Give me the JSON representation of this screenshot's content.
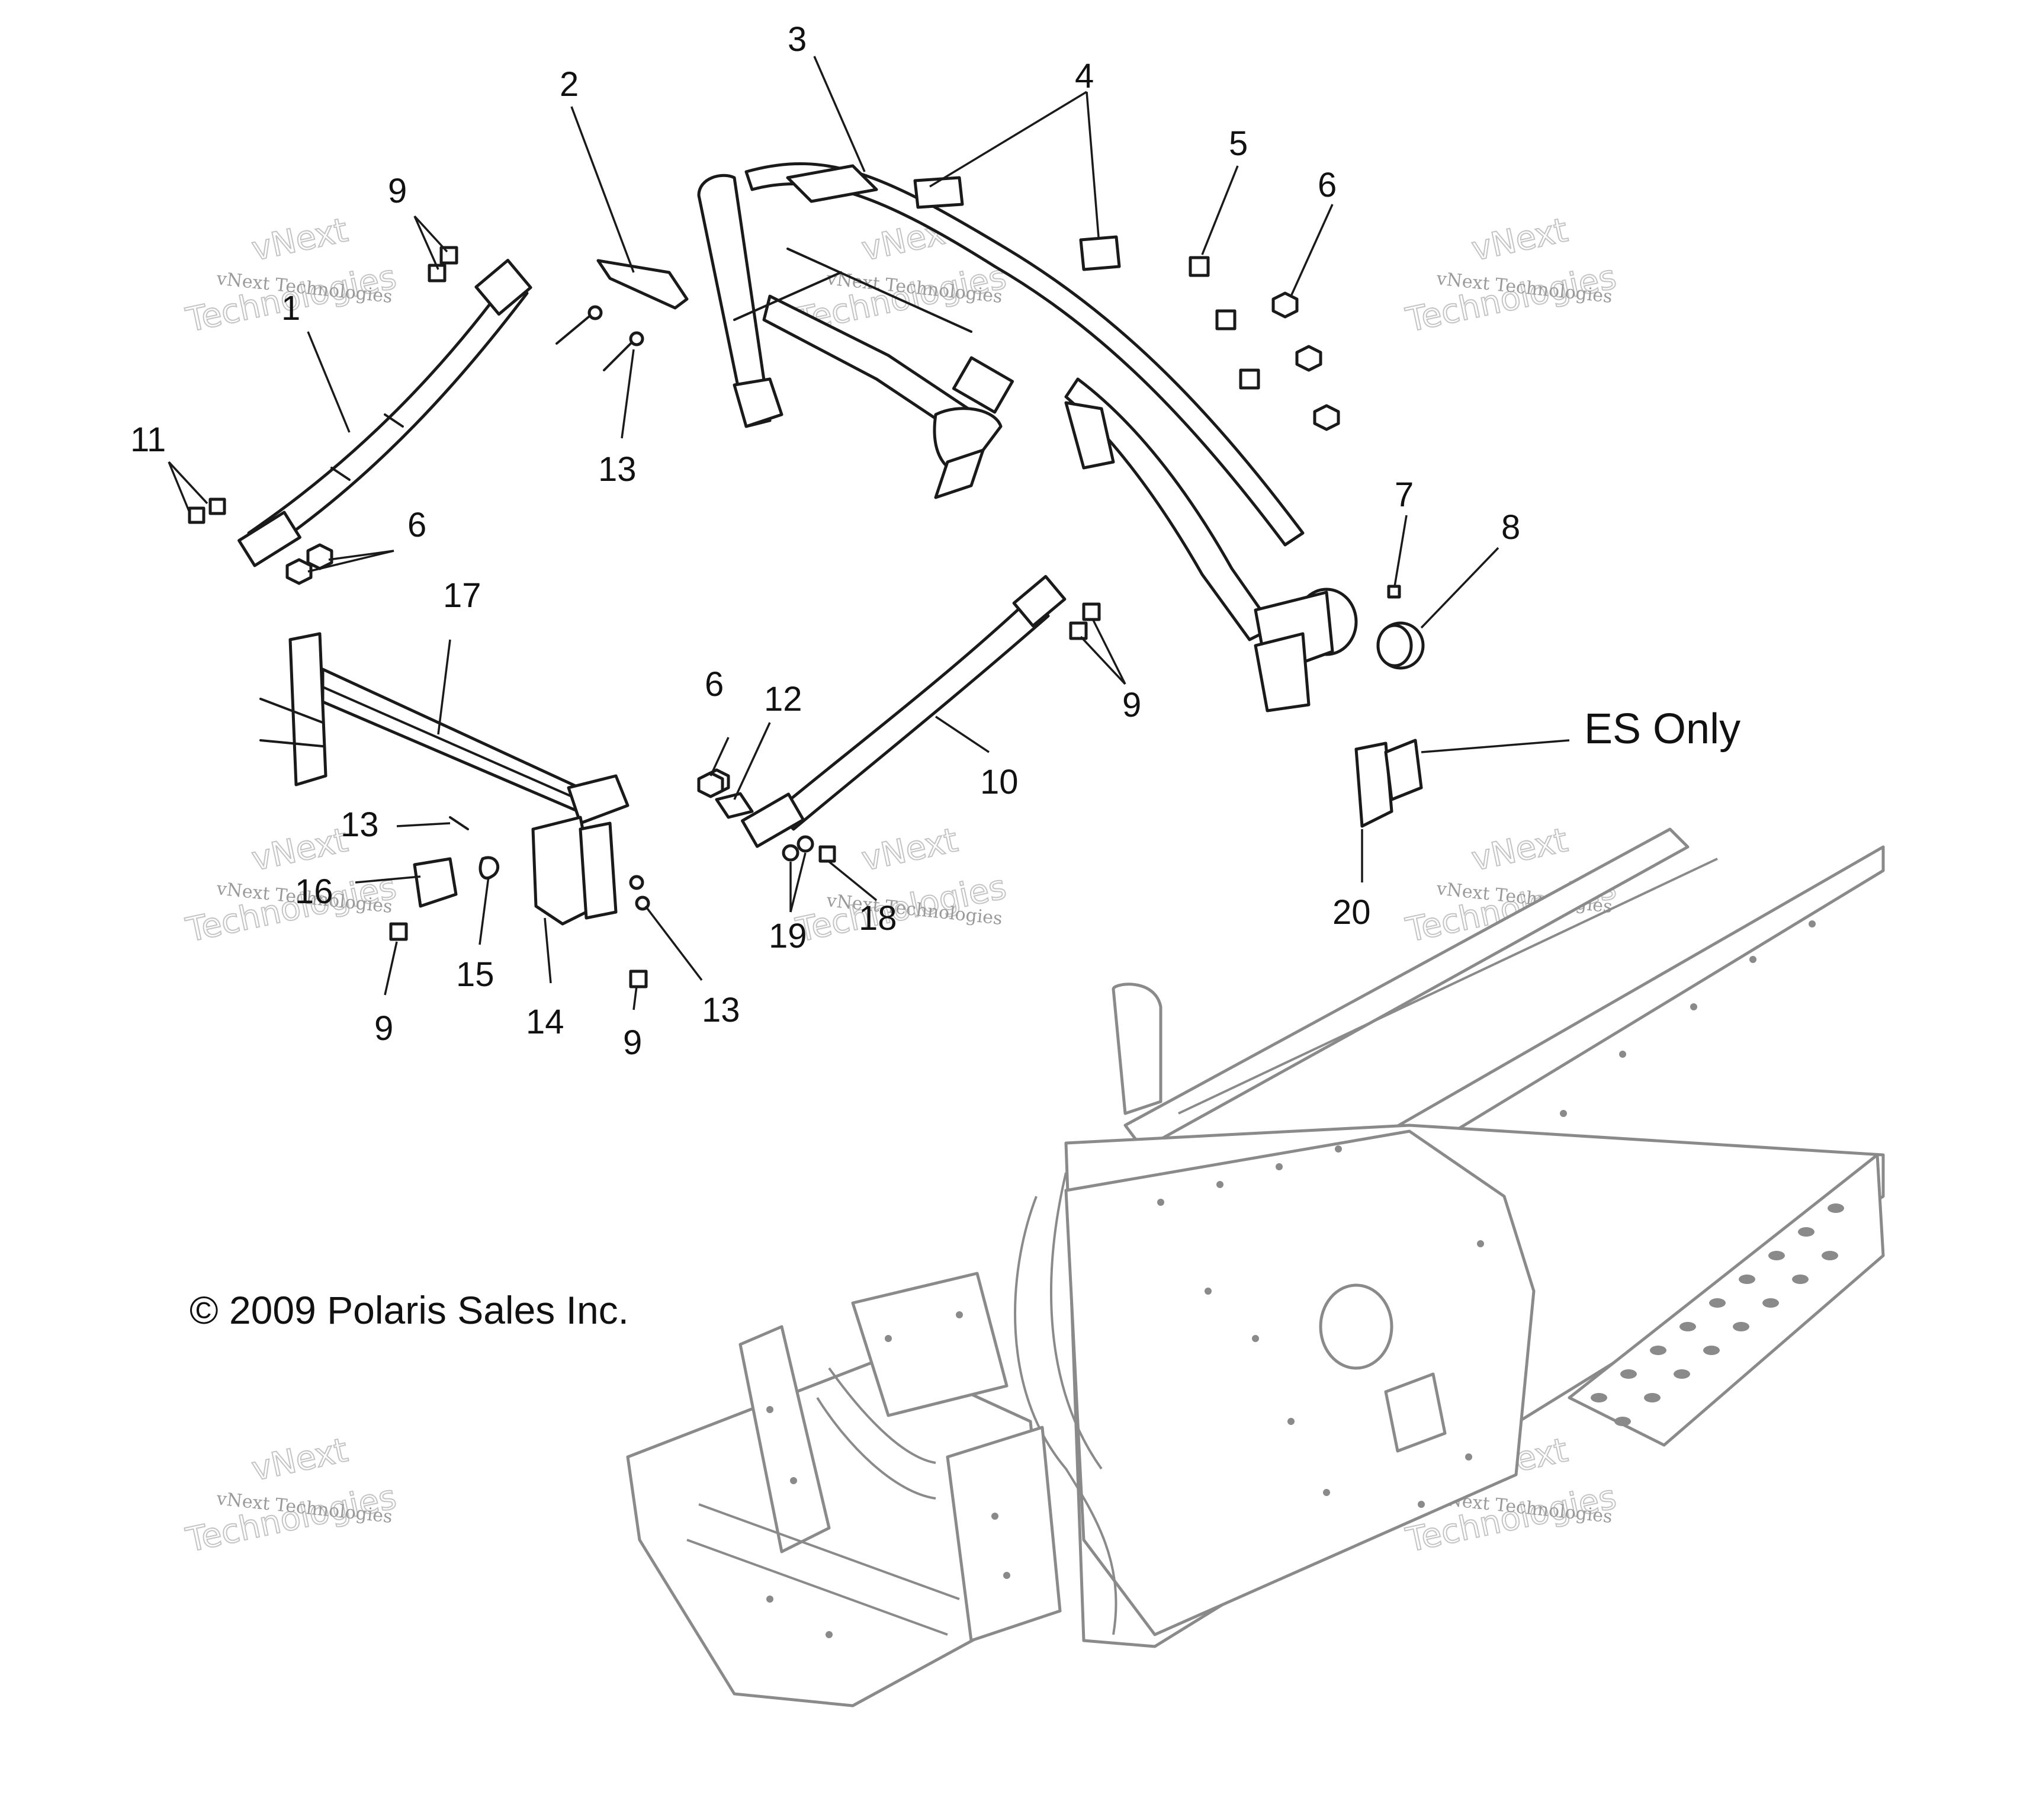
{
  "callouts": [
    {
      "id": "c1",
      "text": "1"
    },
    {
      "id": "c2",
      "text": "2"
    },
    {
      "id": "c3",
      "text": "3"
    },
    {
      "id": "c4",
      "text": "4"
    },
    {
      "id": "c5",
      "text": "5"
    },
    {
      "id": "c6a",
      "text": "6"
    },
    {
      "id": "c6b",
      "text": "6"
    },
    {
      "id": "c6c",
      "text": "6"
    },
    {
      "id": "c7",
      "text": "7"
    },
    {
      "id": "c8",
      "text": "8"
    },
    {
      "id": "c9a",
      "text": "9"
    },
    {
      "id": "c9b",
      "text": "9"
    },
    {
      "id": "c9c",
      "text": "9"
    },
    {
      "id": "c9d",
      "text": "9"
    },
    {
      "id": "c10",
      "text": "10"
    },
    {
      "id": "c11",
      "text": "11"
    },
    {
      "id": "c12",
      "text": "12"
    },
    {
      "id": "c13a",
      "text": "13"
    },
    {
      "id": "c13b",
      "text": "13"
    },
    {
      "id": "c13c",
      "text": "13"
    },
    {
      "id": "c14",
      "text": "14"
    },
    {
      "id": "c15",
      "text": "15"
    },
    {
      "id": "c16",
      "text": "16"
    },
    {
      "id": "c17",
      "text": "17"
    },
    {
      "id": "c18",
      "text": "18"
    },
    {
      "id": "c19",
      "text": "19"
    },
    {
      "id": "c20",
      "text": "20"
    }
  ],
  "labels": {
    "es_only": "ES Only",
    "copyright": "© 2009 Polaris Sales Inc."
  },
  "watermark": {
    "line1": "vNext Technologies",
    "line2": "vNext",
    "line3": "Technologies"
  },
  "colors": {
    "line": "#1a1a1a",
    "chassis": "#8a8a8a",
    "watermark": "#9a9a9a"
  }
}
